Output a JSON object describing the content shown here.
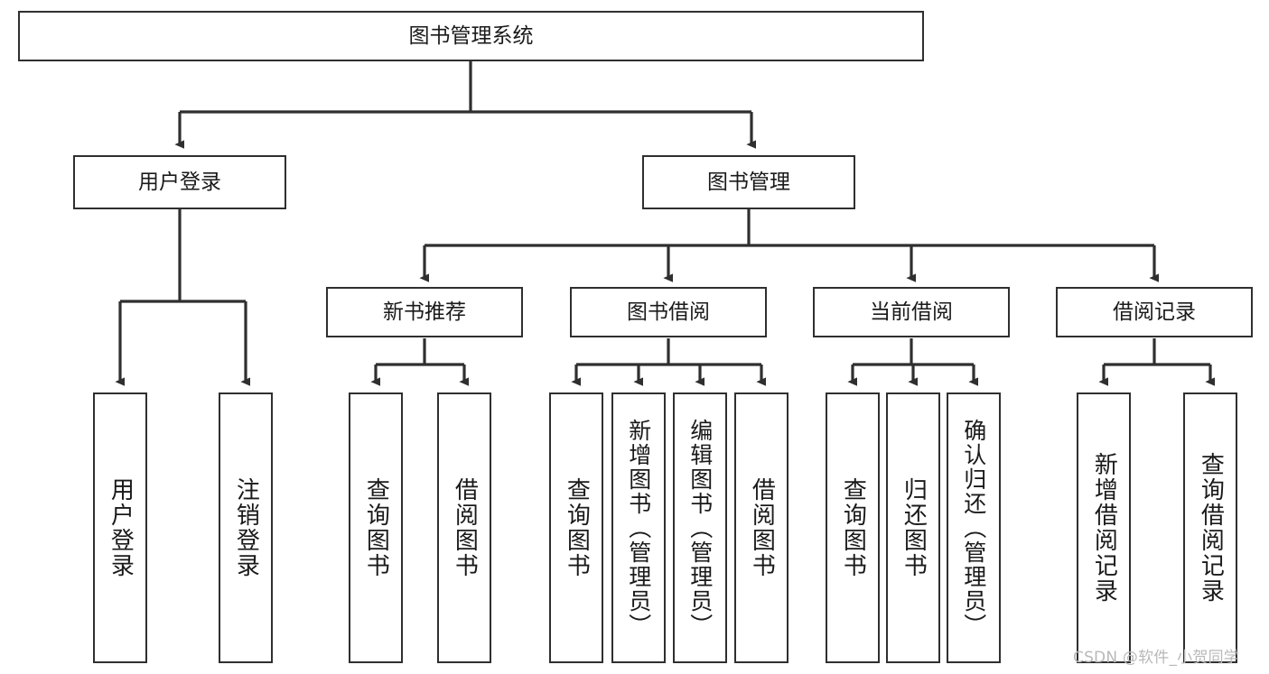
{
  "diagram": {
    "type": "hierarchy-tree",
    "title": "图书管理系统",
    "root": {
      "id": "root",
      "label": "图书管理系统"
    },
    "level2": [
      {
        "id": "user-login",
        "label": "用户登录"
      },
      {
        "id": "book-manage",
        "label": "图书管理"
      }
    ],
    "level3": [
      {
        "id": "new-book-recommend",
        "label": "新书推荐",
        "parent": "book-manage"
      },
      {
        "id": "book-borrow",
        "label": "图书借阅",
        "parent": "book-manage"
      },
      {
        "id": "current-borrow",
        "label": "当前借阅",
        "parent": "book-manage"
      },
      {
        "id": "borrow-record",
        "label": "借阅记录",
        "parent": "book-manage"
      }
    ],
    "leaves": [
      {
        "id": "leaf-user-login",
        "label": "用户登录",
        "parent": "user-login"
      },
      {
        "id": "leaf-logout-login",
        "label": "注销登录",
        "parent": "user-login"
      },
      {
        "id": "leaf-query-book-1",
        "label": "查询图书",
        "parent": "new-book-recommend"
      },
      {
        "id": "leaf-borrow-book-1",
        "label": "借阅图书",
        "parent": "new-book-recommend"
      },
      {
        "id": "leaf-query-book-2",
        "label": "查询图书",
        "parent": "book-borrow"
      },
      {
        "id": "leaf-add-book",
        "label": "新增图书（管理员）",
        "parent": "book-borrow"
      },
      {
        "id": "leaf-edit-book",
        "label": "编辑图书（管理员）",
        "parent": "book-borrow"
      },
      {
        "id": "leaf-borrow-book-2",
        "label": "借阅图书",
        "parent": "book-borrow"
      },
      {
        "id": "leaf-query-book-3",
        "label": "查询图书",
        "parent": "current-borrow"
      },
      {
        "id": "leaf-return-book",
        "label": "归还图书",
        "parent": "current-borrow"
      },
      {
        "id": "leaf-confirm-return",
        "label": "确认归还（管理员）",
        "parent": "current-borrow"
      },
      {
        "id": "leaf-add-record",
        "label": "新增借阅记录",
        "parent": "borrow-record"
      },
      {
        "id": "leaf-query-record",
        "label": "查询借阅记录",
        "parent": "borrow-record"
      }
    ],
    "watermark": "CSDN @软件_小贺同学",
    "colors": {
      "stroke": "#2f2f2f",
      "background": "#ffffff",
      "text": "#1a1a1a",
      "watermark": "#b9b9b9"
    }
  }
}
